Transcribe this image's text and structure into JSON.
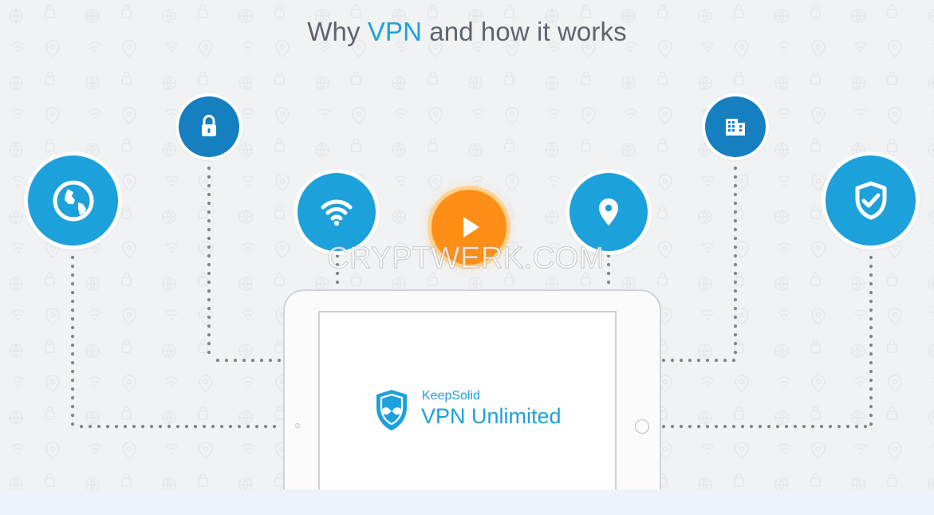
{
  "header": {
    "title_prefix": "Why ",
    "title_accent": "VPN",
    "title_suffix": " and how it works"
  },
  "colors": {
    "background": "#f1f2f4",
    "accent": "#1ca1db",
    "icon_dark": "#157fc0",
    "icon_blue": "#1ca1db",
    "play_orange": "#ff8e16",
    "device_border": "#cfd3d8",
    "band": "#edf3fa"
  },
  "feature_icons": [
    {
      "icon": "globe-icon"
    },
    {
      "icon": "lock-icon"
    },
    {
      "icon": "wifi-icon"
    },
    {
      "icon": "location-pin-icon"
    },
    {
      "icon": "building-icon"
    },
    {
      "icon": "shield-check-icon"
    }
  ],
  "video": {
    "icon": "play-icon"
  },
  "device": {
    "brand_small": "KeepSolid",
    "brand_large": "VPN Unlimited",
    "logo_icon": "vpn-shield-logo-icon"
  },
  "watermark": {
    "text": "CRYPTWERK.COM"
  }
}
